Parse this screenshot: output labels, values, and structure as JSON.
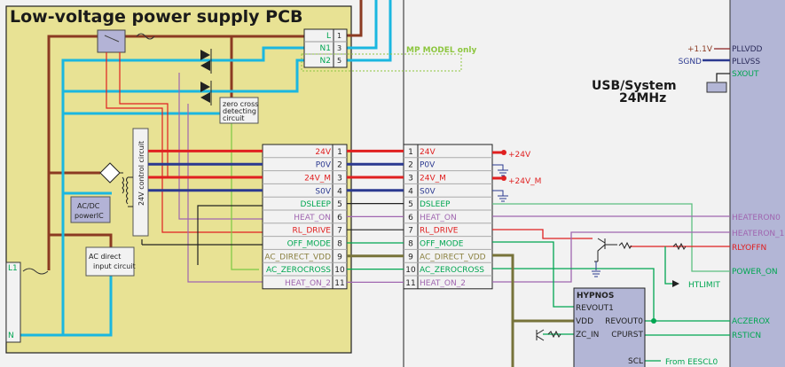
{
  "title": "Low-voltage power supply PCB",
  "mp_note": "MP MODEL only",
  "usb_label": [
    "USB/System",
    "24MHz"
  ],
  "ac_connector": [
    {
      "label": "L",
      "pin": "1"
    },
    {
      "label": "N1",
      "pin": "3"
    },
    {
      "label": "N2",
      "pin": "5"
    }
  ],
  "line_connector": [
    {
      "label": "L1"
    },
    {
      "label": "N"
    }
  ],
  "blocks": {
    "zero_cross": [
      "zero cross",
      "detecting",
      "circuit"
    ],
    "control": "24V control circuit",
    "acdc": [
      "AC/DC",
      "powerIC"
    ],
    "ac_direct": [
      "AC direct",
      "input circuit"
    ]
  },
  "harness": [
    {
      "pin": "1",
      "label": "24V",
      "color": "#e02020"
    },
    {
      "pin": "2",
      "label": "P0V",
      "color": "#2b3990"
    },
    {
      "pin": "3",
      "label": "24V_M",
      "color": "#e02020"
    },
    {
      "pin": "4",
      "label": "S0V",
      "color": "#2b3990"
    },
    {
      "pin": "5",
      "label": "DSLEEP",
      "color": "#00a651"
    },
    {
      "pin": "6",
      "label": "HEAT_ON",
      "color": "#a066b0"
    },
    {
      "pin": "7",
      "label": "RL_DRIVE",
      "color": "#e02020"
    },
    {
      "pin": "8",
      "label": "OFF_MODE",
      "color": "#00a651"
    },
    {
      "pin": "9",
      "label": "AC_DIRECT_VDD",
      "color": "#8a8040"
    },
    {
      "pin": "10",
      "label": "AC_ZEROCROSS",
      "color": "#00a651"
    },
    {
      "pin": "11",
      "label": "HEAT_ON_2",
      "color": "#a066b0"
    }
  ],
  "rails": {
    "p24v": "+24V",
    "p24vm": "+24V_M"
  },
  "soc_pins": {
    "pllvdd": "PLLVDD",
    "pllvss": "PLLVSS",
    "sxout": "SXOUT",
    "heateron0": "HEATERON0",
    "heateron1": "HEATERON_1",
    "rlyoffn": "RLYOFFN",
    "power_on": "POWER_ON",
    "aczerox": "ACZEROX",
    "rsticn": "RSTICN"
  },
  "supplies": {
    "v11": "+1.1V",
    "sgnd": "SGND"
  },
  "htlimit": "HTLIMIT",
  "hypnos": {
    "title": "HYPNOS",
    "pins": {
      "revout1": "REVOUT1",
      "vdd": "VDD",
      "zc_in": "ZC_IN",
      "revout0": "REVOUT0",
      "cpurst": "CPURST",
      "scl": "SCL"
    }
  },
  "from_eescl": "From EESCL0",
  "colors": {
    "pcb": "#e8e294",
    "chip": "#b3b6d6",
    "brown": "#8b3a22",
    "blue": "#1ab7e0",
    "red": "#e02020",
    "navy": "#2b3990",
    "green": "#00a651",
    "olive": "#77733a",
    "purple": "#a066b0",
    "lime": "#8dc63f"
  }
}
